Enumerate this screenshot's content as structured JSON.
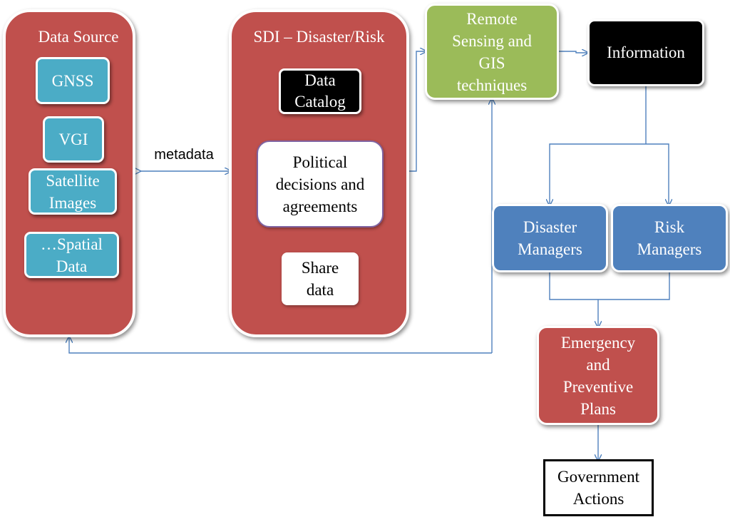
{
  "data_source": {
    "title": "Data Source",
    "items": [
      "GNSS",
      "VGI",
      "Satellite\nImages",
      "…Spatial\nData"
    ]
  },
  "sdi": {
    "title": "SDI – Disaster/Risk",
    "data_catalog": "Data\nCatalog",
    "political": "Political\ndecisions and\nagreements",
    "share_data": "Share\ndata"
  },
  "metadata_label": "metadata",
  "remote_sensing": "Remote\nSensing  and\nGIS\ntechniques",
  "information": "Information",
  "disaster_managers": "Disaster\nManagers",
  "risk_managers": "Risk\nManagers",
  "emergency_plans": "Emergency\nand\nPreventive\nPlans",
  "government_actions": "Government\nActions",
  "colors": {
    "panel_red": "#c0504d",
    "teal": "#4bacc6",
    "green": "#9bbb59",
    "blue": "#4f81bd",
    "connector": "#4f81bd",
    "purple_border": "#8064a2"
  }
}
